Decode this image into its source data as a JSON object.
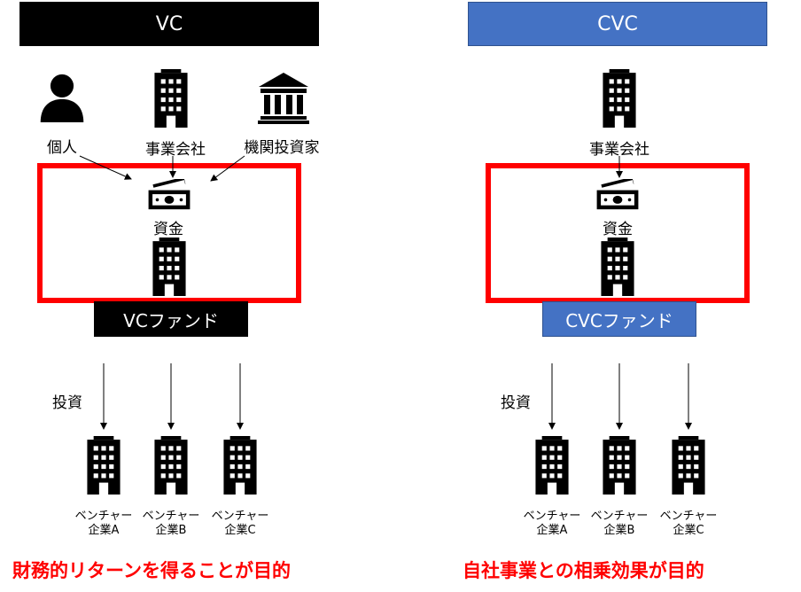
{
  "colors": {
    "vc_header": "#000000",
    "cvc_header": "#4472c4",
    "frame": "#ff0000",
    "footer_text": "#ff0000"
  },
  "vc": {
    "header": "VC",
    "investors": [
      {
        "label": "個人",
        "icon": "person-icon"
      },
      {
        "label": "事業会社",
        "icon": "building-icon"
      },
      {
        "label": "機関投資家",
        "icon": "bank-icon"
      }
    ],
    "fund_money_label": "資金",
    "fund_label": "VCファンド",
    "invest_label": "投資",
    "ventures": [
      {
        "line1": "ベンチャー",
        "line2": "企業A"
      },
      {
        "line1": "ベンチャー",
        "line2": "企業B"
      },
      {
        "line1": "ベンチャー",
        "line2": "企業C"
      }
    ],
    "footer": "財務的リターンを得ることが目的"
  },
  "cvc": {
    "header": "CVC",
    "investor": {
      "label": "事業会社",
      "icon": "building-icon"
    },
    "fund_money_label": "資金",
    "fund_label": "CVCファンド",
    "invest_label": "投資",
    "ventures": [
      {
        "line1": "ベンチャー",
        "line2": "企業A"
      },
      {
        "line1": "ベンチャー",
        "line2": "企業B"
      },
      {
        "line1": "ベンチャー",
        "line2": "企業C"
      }
    ],
    "footer": "自社事業との相乗効果が目的"
  }
}
